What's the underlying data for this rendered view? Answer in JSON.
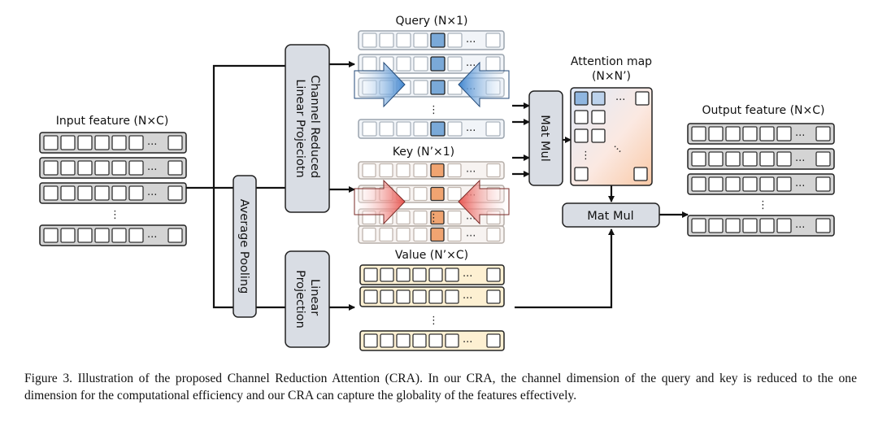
{
  "labels": {
    "input_feature": "Input feature (N×C)",
    "query": "Query (N×1)",
    "key": "Key (N’×1)",
    "value": "Value (N’×C)",
    "attention_map_line1": "Attention map",
    "attention_map_line2": "(N×N’)",
    "output_feature": "Output feature (N×C)",
    "crlp_line1": "Channel Reduced",
    "crlp_line2": "Linear Projeciotn",
    "average_pooling": "Average Pooling",
    "linear_projection_line1": "Linear",
    "linear_projection_line2": "Projection",
    "mat_mul_vertical": "Mat Mul",
    "mat_mul_horizontal": "Mat Mul",
    "ellipsis": "···",
    "vdots": "⋮"
  },
  "caption": "Figure 3.  Illustration of the proposed Channel Reduction Attention (CRA). In our CRA, the channel dimension of the query and key is reduced to the one dimension for the computational efficiency and our CRA can capture the globality of the features effectively.",
  "colors": {
    "query_cell": "#7aa9d8",
    "key_cell": "#f0a06a",
    "value_fill": "#fdf0d2",
    "block_fill": "#d9dde4",
    "feature_fill": "#d4d4d4"
  }
}
